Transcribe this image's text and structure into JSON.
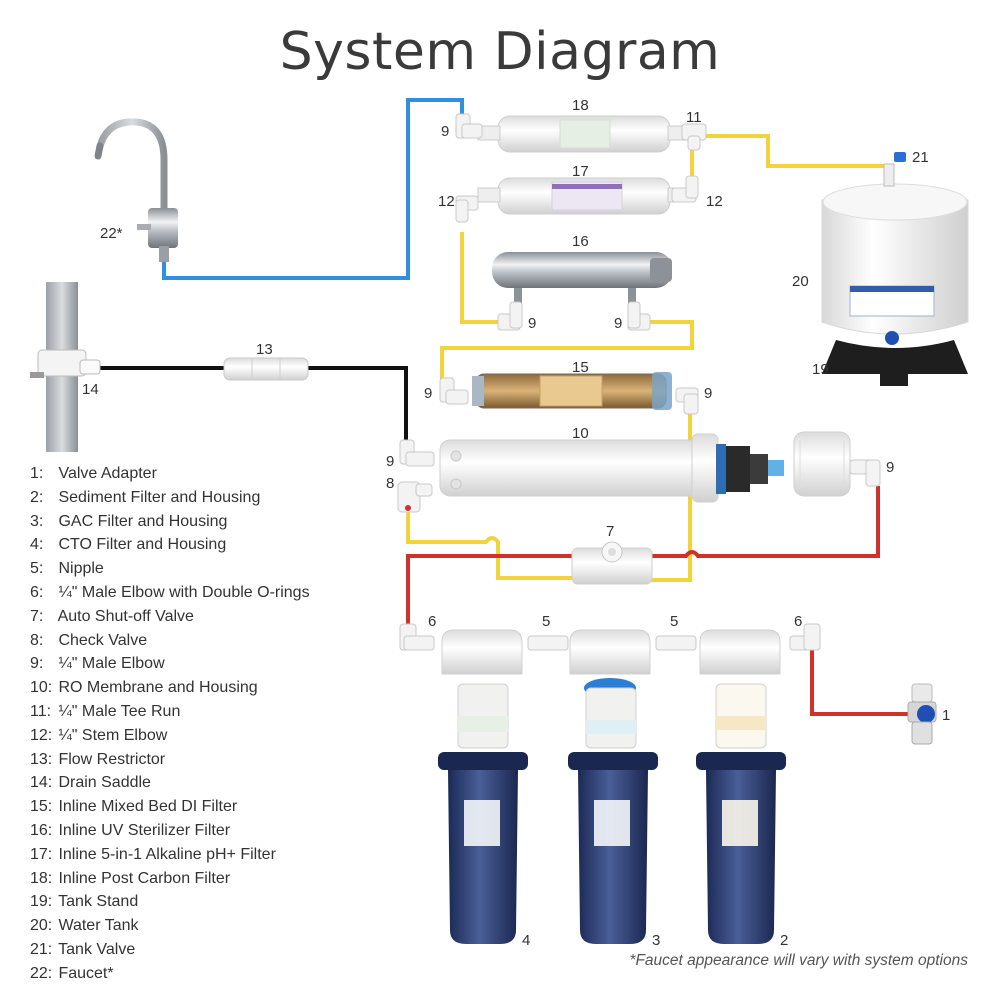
{
  "title": "System Diagram",
  "footnote": "*Faucet appearance will vary with system options",
  "legend": [
    {
      "num": "1:",
      "text": "Valve Adapter"
    },
    {
      "num": "2:",
      "text": "Sediment Filter and Housing"
    },
    {
      "num": "3:",
      "text": "GAC Filter and Housing"
    },
    {
      "num": "4:",
      "text": "CTO Filter and Housing"
    },
    {
      "num": "5:",
      "text": "Nipple"
    },
    {
      "num": "6:",
      "text": "¼\" Male Elbow with Double O-rings"
    },
    {
      "num": "7:",
      "text": "Auto Shut-off Valve"
    },
    {
      "num": "8:",
      "text": "Check Valve"
    },
    {
      "num": "9:",
      "text": "¼\" Male Elbow"
    },
    {
      "num": "10:",
      "text": "RO Membrane and Housing"
    },
    {
      "num": "11:",
      "text": "¼\" Male Tee Run"
    },
    {
      "num": "12:",
      "text": "¼\" Stem Elbow"
    },
    {
      "num": "13:",
      "text": "Flow Restrictor"
    },
    {
      "num": "14:",
      "text": "Drain Saddle"
    },
    {
      "num": "15:",
      "text": "Inline Mixed Bed DI Filter"
    },
    {
      "num": "16:",
      "text": "Inline UV Sterilizer Filter"
    },
    {
      "num": "17:",
      "text": "Inline 5-in-1 Alkaline pH+ Filter"
    },
    {
      "num": "18:",
      "text": "Inline Post Carbon Filter"
    },
    {
      "num": "19:",
      "text": "Tank Stand"
    },
    {
      "num": "20:",
      "text": "Water Tank"
    },
    {
      "num": "21:",
      "text": "Tank Valve"
    },
    {
      "num": "22:",
      "text": "Faucet*"
    }
  ],
  "callouts": {
    "c1": "1",
    "c2": "2",
    "c3": "3",
    "c4": "4",
    "c5a": "5",
    "c5b": "5",
    "c6a": "6",
    "c6b": "6",
    "c7": "7",
    "c8": "8",
    "c9_post_in": "9",
    "c9_uv_in": "9",
    "c9_uv_out": "9",
    "c9_di_in": "9",
    "c9_di_out": "9",
    "c9_membrane_in": "9",
    "c9_membrane_cap": "9",
    "c10": "10",
    "c11": "11",
    "c12a": "12",
    "c12b": "12",
    "c13": "13",
    "c14": "14",
    "c15": "15",
    "c16": "16",
    "c17": "17",
    "c18": "18",
    "c19": "19",
    "c20": "20",
    "c21": "21",
    "c22": "22*"
  },
  "colors": {
    "feed_line": "#d0312d",
    "product_line": "#f2d33b",
    "drain_line": "#111111",
    "faucet_line": "#2f8fe0"
  }
}
